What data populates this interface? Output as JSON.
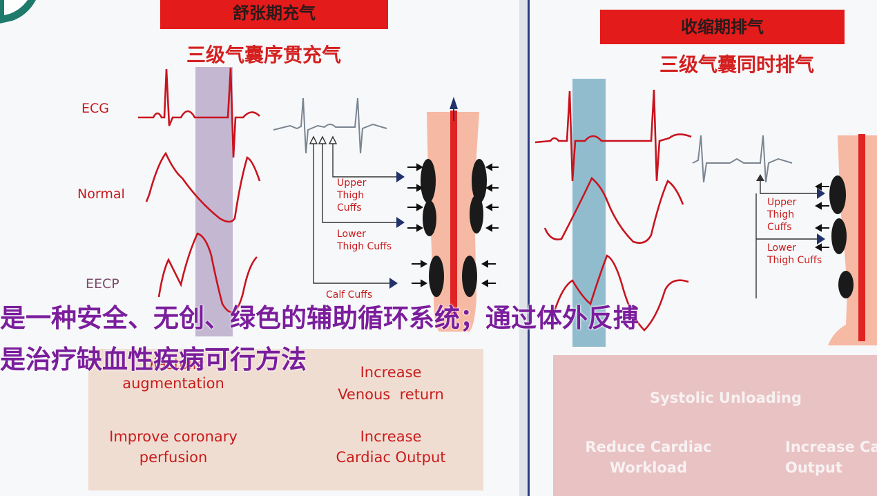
{
  "left": {
    "banner": "舒张期充气",
    "subtitle": "三级气囊序贯充气",
    "waves": {
      "ecg": "ECG",
      "normal": "Normal",
      "eecp": "EECP"
    },
    "cuffs": {
      "upper": "Upper\nThigh\nCuffs",
      "lower": "Lower\nThigh Cuffs",
      "calf": "Calf Cuffs"
    },
    "box": {
      "left_top": "Diastolic\naugmentation",
      "left_bottom": "Improve coronary\nperfusion",
      "right_top": "Increase\nVenous  return",
      "right_bottom": "Increase\nCardiac Output"
    }
  },
  "right": {
    "banner": "收缩期排气",
    "subtitle": "三级气囊同时排气",
    "cuffs": {
      "upper": "Upper\nThigh\nCuffs",
      "lower": "Lower\nThigh Cuffs"
    },
    "box": {
      "title": "Systolic Unloading",
      "left": "Reduce Cardiac\nWorkload",
      "right": "Increase Ca\nOutput"
    }
  },
  "overlay": {
    "line1": "是一种安全、无创、绿色的辅助循环系统；通过体外反搏",
    "line2": "是治疗缺血性疾病可行方法"
  },
  "colors": {
    "banner": "#e41b1b",
    "wave": "#c8141e",
    "overlay_text": "#7a1e9c",
    "left_band": "#b7a6c8",
    "right_band": "#7fb2c6",
    "left_box": "#f0ddd2",
    "right_box": "#e9c2c4",
    "leg": "#f6b9a3",
    "cuff": "#1a1a1a"
  }
}
